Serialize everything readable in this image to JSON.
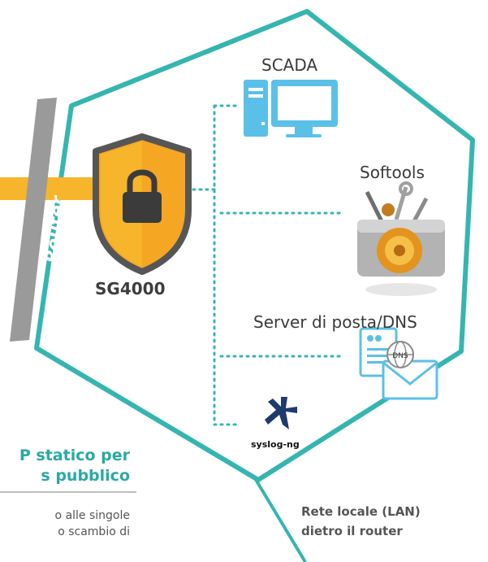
{
  "nodes": {
    "firewall": "SG4000",
    "scada": "SCADA",
    "softools": "Softools",
    "mail_dns": "Server di posta/DNS",
    "syslog": "syslog-ng",
    "router": "Router"
  },
  "icons": {
    "dns_badge": "DNS"
  },
  "network": {
    "lan_label": "Rete locale (LAN) dietro il router"
  },
  "left_panel": {
    "headline": "P statico per\ns pubblico",
    "body": "o alle singole\no scambio di"
  },
  "colors": {
    "hexagon": "#35b5b0",
    "connector": "#35b5b0",
    "shield_left": "#f7b52b",
    "shield_right": "#f5a623",
    "shield_border": "#565656",
    "router_bar": "#9a9a9a",
    "wan_bar": "#f7b52b",
    "scada": "#5bc0e8"
  }
}
